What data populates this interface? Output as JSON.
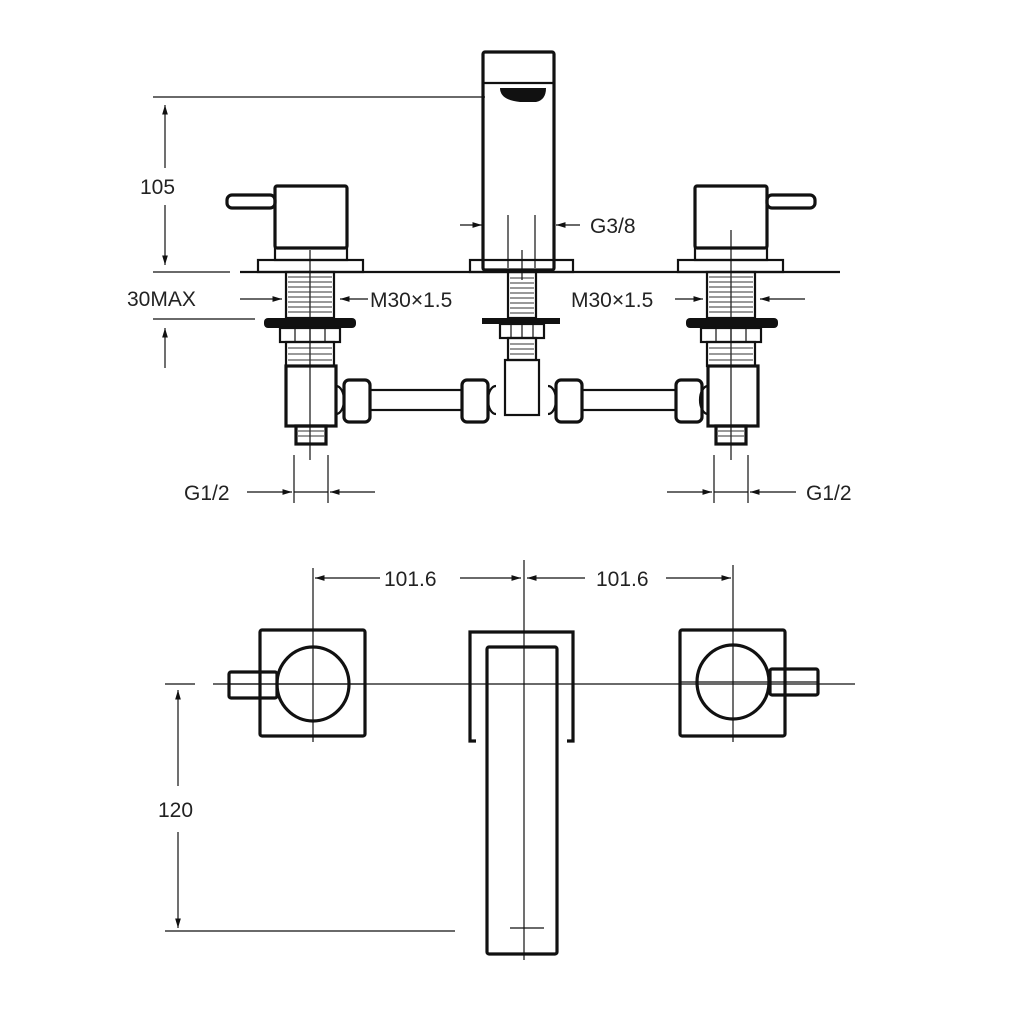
{
  "drawing": {
    "title": "Three-hole basin mixer technical drawing",
    "background_color": "#ffffff",
    "line_color": "#111111",
    "elevation_view": {
      "dimensions": {
        "spout_height": "105",
        "deck_thickness": "30MAX",
        "thread_left": "M30×1.5",
        "thread_right": "M30×1.5",
        "spout_connection": "G3/8",
        "inlet_left": "G1/2",
        "inlet_right": "G1/2"
      }
    },
    "plan_view": {
      "dimensions": {
        "centre_left": "101.6",
        "centre_right": "101.6",
        "spout_projection": "120"
      }
    }
  }
}
